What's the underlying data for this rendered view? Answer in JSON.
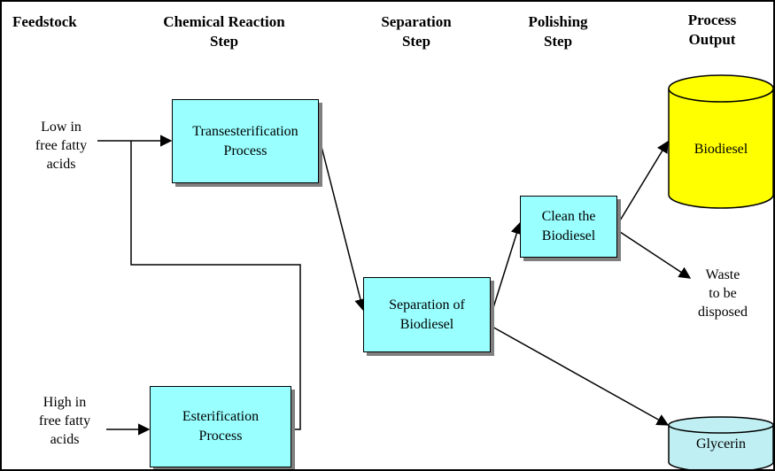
{
  "headers": {
    "feedstock": "Feedstock",
    "chemical": [
      "Chemical Reaction",
      "Step"
    ],
    "separation": [
      "Separation",
      "Step"
    ],
    "polishing": [
      "Polishing",
      "Step"
    ],
    "output": [
      "Process",
      "Output"
    ]
  },
  "inputs": {
    "low": [
      "Low in",
      "free fatty",
      "acids"
    ],
    "high": [
      "High in",
      "free fatty",
      "acids"
    ]
  },
  "processes": {
    "transesterification": [
      "Transesterification",
      "Process"
    ],
    "esterification": [
      "Esterification",
      "Process"
    ],
    "separation": [
      "Separation of",
      "Biodiesel"
    ],
    "clean": [
      "Clean the",
      "Biodiesel"
    ]
  },
  "outputs": {
    "biodiesel": "Biodiesel",
    "waste": [
      "Waste",
      "to be",
      "disposed"
    ],
    "glycerin": "Glycerin"
  },
  "colors": {
    "process_box": "#99ffff",
    "biodiesel_tank": "#ffff00",
    "glycerin_tank": "#bfeff2",
    "shadow": "#7f7f7f"
  }
}
